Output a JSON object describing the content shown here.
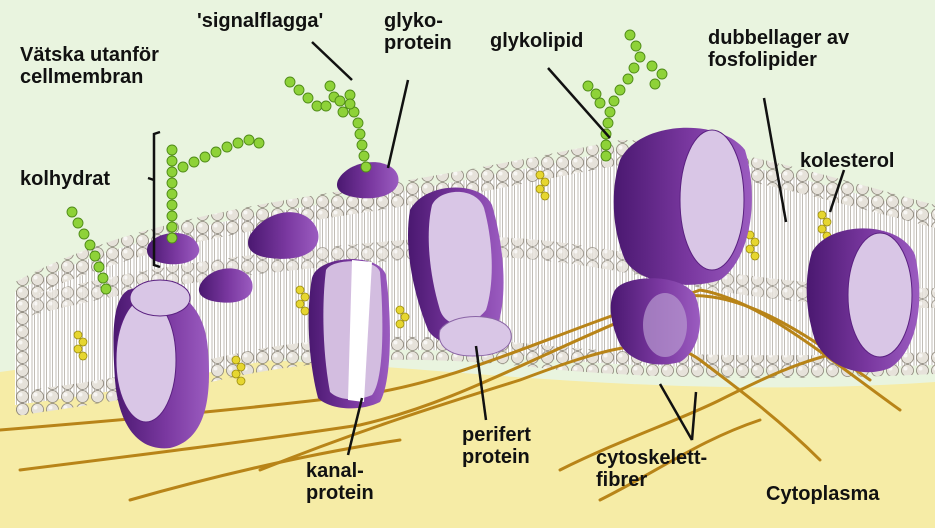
{
  "labels": {
    "outside_fluid": [
      "Vätska utanför",
      "cellmembran"
    ],
    "signal_flag": "'signalflagga'",
    "glycoprotein": [
      "glyko-",
      "protein"
    ],
    "glycolipid": "glykolipid",
    "phospholipid_bilayer": [
      "dubbellager av",
      "fosfolipider"
    ],
    "carbohydrate": "kolhydrat",
    "cholesterol": "kolesterol",
    "channel_protein": [
      "kanal-",
      "protein"
    ],
    "peripheral_protein": [
      "perifert",
      "protein"
    ],
    "cytoskeleton_fibers": [
      "cytoskelett-",
      "fibrer"
    ],
    "cytoplasm": "Cytoplasma"
  },
  "colors": {
    "outside": "#e9f4df",
    "cytoplasm": "#f6eca6",
    "head": "#e8e4dc",
    "protein_dark": "#6a2a8e",
    "protein_light": "#d9c6e6",
    "sugar": "#8ed238",
    "cholesterol": "#e6d630",
    "fiber": "#b88418"
  }
}
